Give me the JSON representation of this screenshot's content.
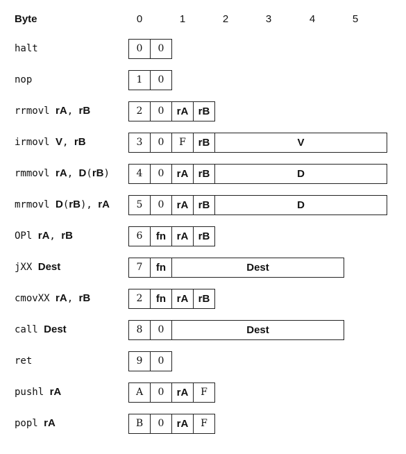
{
  "header": {
    "byte_label": "Byte",
    "columns": [
      "0",
      "1",
      "2",
      "3",
      "4",
      "5"
    ]
  },
  "instructions": [
    {
      "name": "halt",
      "operands": [],
      "fields": [
        {
          "text": "0",
          "style": "mono",
          "span": 1
        },
        {
          "text": "0",
          "style": "mono",
          "span": 1
        }
      ]
    },
    {
      "name": "nop",
      "operands": [],
      "fields": [
        {
          "text": "1",
          "style": "mono",
          "span": 1
        },
        {
          "text": "0",
          "style": "mono",
          "span": 1
        }
      ]
    },
    {
      "name": "rrmovl",
      "operands": [
        {
          "text": " ",
          "style": "mono"
        },
        {
          "text": "rA",
          "style": "bold"
        },
        {
          "text": ", ",
          "style": "mono"
        },
        {
          "text": "rB",
          "style": "bold"
        }
      ],
      "fields": [
        {
          "text": "2",
          "style": "mono",
          "span": 1
        },
        {
          "text": "0",
          "style": "mono",
          "span": 1
        },
        {
          "text": "rA",
          "style": "bold",
          "span": 1
        },
        {
          "text": "rB",
          "style": "bold",
          "span": 1
        }
      ]
    },
    {
      "name": "irmovl",
      "operands": [
        {
          "text": " ",
          "style": "mono"
        },
        {
          "text": "V",
          "style": "bold"
        },
        {
          "text": ", ",
          "style": "mono"
        },
        {
          "text": "rB",
          "style": "bold"
        }
      ],
      "fields": [
        {
          "text": "3",
          "style": "mono",
          "span": 1
        },
        {
          "text": "0",
          "style": "mono",
          "span": 1
        },
        {
          "text": "F",
          "style": "mono",
          "span": 1
        },
        {
          "text": "rB",
          "style": "bold",
          "span": 1
        },
        {
          "text": "V",
          "style": "bold",
          "span": 8
        }
      ]
    },
    {
      "name": "rmmovl",
      "operands": [
        {
          "text": " ",
          "style": "mono"
        },
        {
          "text": "rA",
          "style": "bold"
        },
        {
          "text": ", ",
          "style": "mono"
        },
        {
          "text": "D",
          "style": "bold"
        },
        {
          "text": "(",
          "style": "mono"
        },
        {
          "text": "rB",
          "style": "bold"
        },
        {
          "text": ")",
          "style": "mono"
        }
      ],
      "fields": [
        {
          "text": "4",
          "style": "mono",
          "span": 1
        },
        {
          "text": "0",
          "style": "mono",
          "span": 1
        },
        {
          "text": "rA",
          "style": "bold",
          "span": 1
        },
        {
          "text": "rB",
          "style": "bold",
          "span": 1
        },
        {
          "text": "D",
          "style": "bold",
          "span": 8
        }
      ]
    },
    {
      "name": "mrmovl",
      "operands": [
        {
          "text": " ",
          "style": "mono"
        },
        {
          "text": "D",
          "style": "bold"
        },
        {
          "text": "(",
          "style": "mono"
        },
        {
          "text": "rB",
          "style": "bold"
        },
        {
          "text": "), ",
          "style": "mono"
        },
        {
          "text": "rA",
          "style": "bold"
        }
      ],
      "fields": [
        {
          "text": "5",
          "style": "mono",
          "span": 1
        },
        {
          "text": "0",
          "style": "mono",
          "span": 1
        },
        {
          "text": "rA",
          "style": "bold",
          "span": 1
        },
        {
          "text": "rB",
          "style": "bold",
          "span": 1
        },
        {
          "text": "D",
          "style": "bold",
          "span": 8
        }
      ]
    },
    {
      "name": "OPl",
      "operands": [
        {
          "text": " ",
          "style": "mono"
        },
        {
          "text": "rA",
          "style": "bold"
        },
        {
          "text": ", ",
          "style": "mono"
        },
        {
          "text": "rB",
          "style": "bold"
        }
      ],
      "fields": [
        {
          "text": "6",
          "style": "mono",
          "span": 1
        },
        {
          "text": "fn",
          "style": "bold",
          "span": 1
        },
        {
          "text": "rA",
          "style": "bold",
          "span": 1
        },
        {
          "text": "rB",
          "style": "bold",
          "span": 1
        }
      ]
    },
    {
      "name": "jXX",
      "operands": [
        {
          "text": " ",
          "style": "mono"
        },
        {
          "text": "Dest",
          "style": "bold"
        }
      ],
      "fields": [
        {
          "text": "7",
          "style": "mono",
          "span": 1
        },
        {
          "text": "fn",
          "style": "bold",
          "span": 1
        },
        {
          "text": "Dest",
          "style": "bold",
          "span": 8
        }
      ]
    },
    {
      "name": "cmovXX",
      "operands": [
        {
          "text": " ",
          "style": "mono"
        },
        {
          "text": "rA",
          "style": "bold"
        },
        {
          "text": ", ",
          "style": "mono"
        },
        {
          "text": "rB",
          "style": "bold"
        }
      ],
      "fields": [
        {
          "text": "2",
          "style": "mono",
          "span": 1
        },
        {
          "text": "fn",
          "style": "bold",
          "span": 1
        },
        {
          "text": "rA",
          "style": "bold",
          "span": 1
        },
        {
          "text": "rB",
          "style": "bold",
          "span": 1
        }
      ]
    },
    {
      "name": "call",
      "operands": [
        {
          "text": " ",
          "style": "mono"
        },
        {
          "text": "Dest",
          "style": "bold"
        }
      ],
      "fields": [
        {
          "text": "8",
          "style": "mono",
          "span": 1
        },
        {
          "text": "0",
          "style": "mono",
          "span": 1
        },
        {
          "text": "Dest",
          "style": "bold",
          "span": 8
        }
      ]
    },
    {
      "name": "ret",
      "operands": [],
      "fields": [
        {
          "text": "9",
          "style": "mono",
          "span": 1
        },
        {
          "text": "0",
          "style": "mono",
          "span": 1
        }
      ]
    },
    {
      "name": "pushl",
      "operands": [
        {
          "text": " ",
          "style": "mono"
        },
        {
          "text": "rA",
          "style": "bold"
        }
      ],
      "fields": [
        {
          "text": "A",
          "style": "mono",
          "span": 1
        },
        {
          "text": "0",
          "style": "mono",
          "span": 1
        },
        {
          "text": "rA",
          "style": "bold",
          "span": 1
        },
        {
          "text": "F",
          "style": "mono",
          "span": 1
        }
      ]
    },
    {
      "name": "popl",
      "operands": [
        {
          "text": " ",
          "style": "mono"
        },
        {
          "text": "rA",
          "style": "bold"
        }
      ],
      "fields": [
        {
          "text": "B",
          "style": "mono",
          "span": 1
        },
        {
          "text": "0",
          "style": "mono",
          "span": 1
        },
        {
          "text": "rA",
          "style": "bold",
          "span": 1
        },
        {
          "text": "F",
          "style": "mono",
          "span": 1
        }
      ]
    }
  ]
}
